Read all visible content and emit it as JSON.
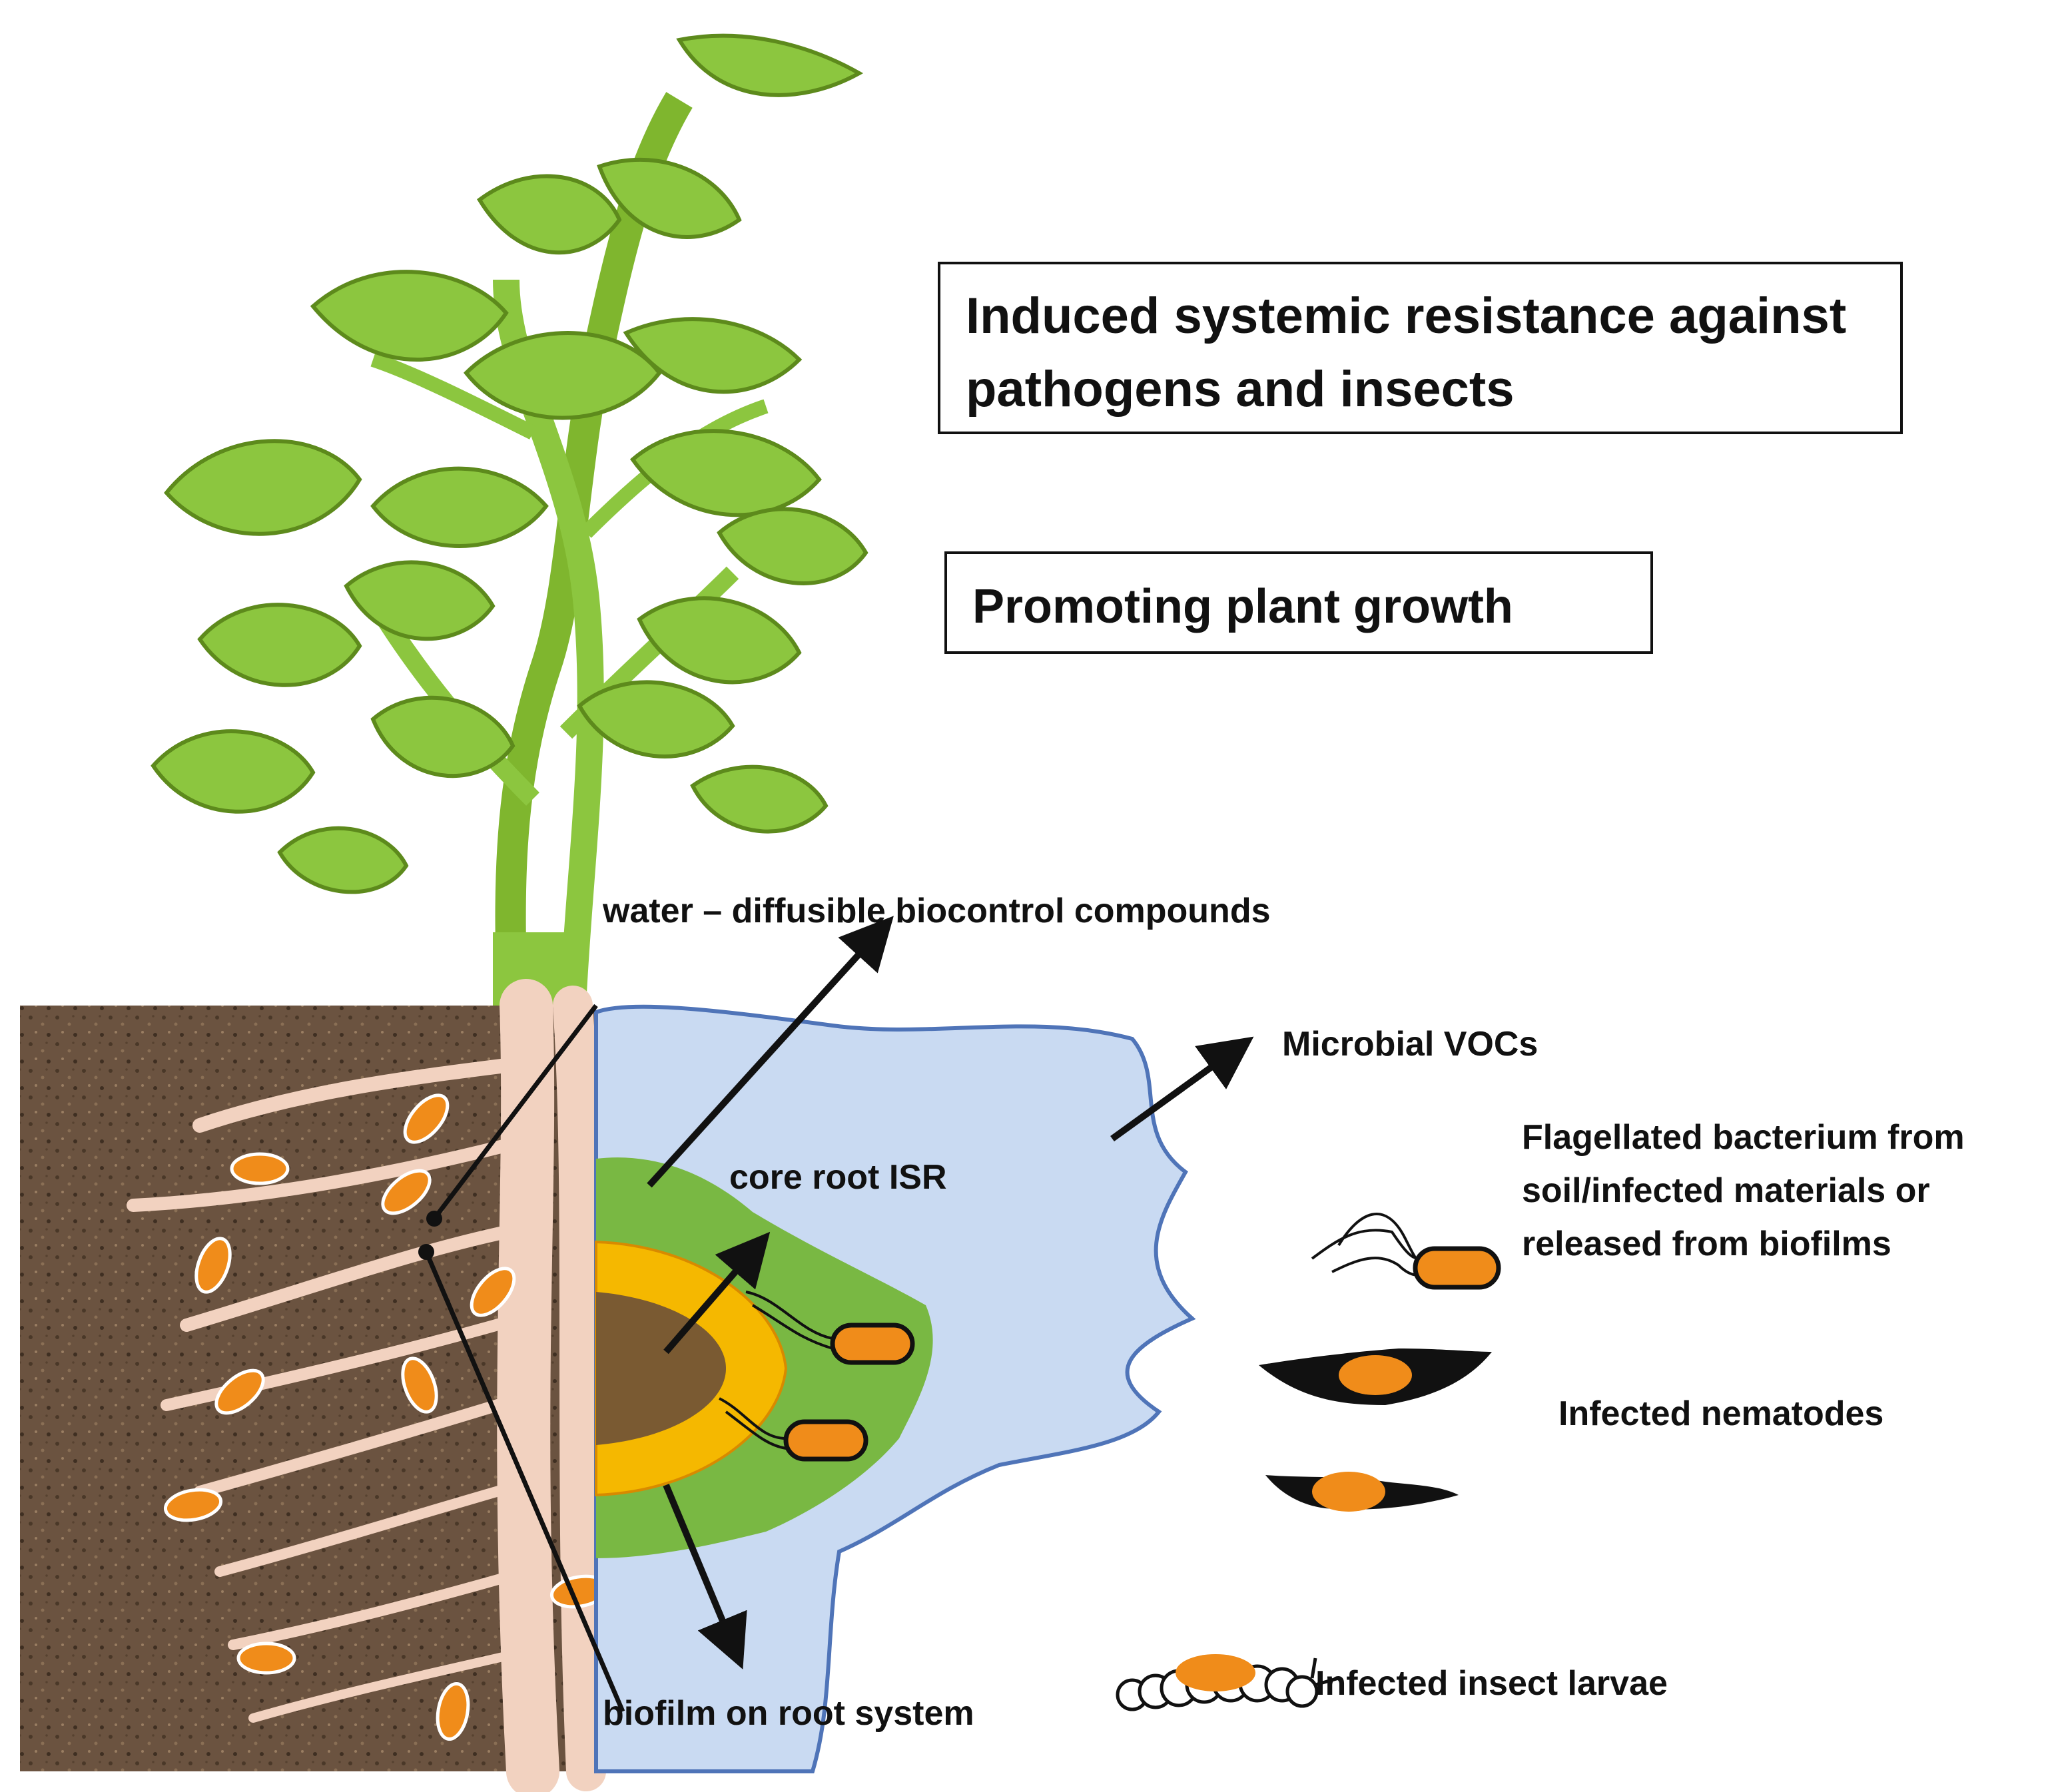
{
  "labels": {
    "isr_line1": "Induced systemic resistance against",
    "isr_line2": "pathogens and insects",
    "growth": "Promoting plant growth",
    "water": "water – diffusible biocontrol compounds",
    "vocs": "Microbial  VOCs",
    "core_root": "core root ISR",
    "flag_line1": "Flagellated bacterium from",
    "flag_line2": "soil/infected materials or",
    "flag_line3": "released from biofilms",
    "nematodes": "Infected nematodes",
    "larvae": "Infected insect larvae",
    "biofilm": "biofilm on root system"
  },
  "colors": {
    "leaf": "#8cc63f",
    "leaf_dark": "#5d8a1c",
    "soil": "#6b5340",
    "root": "#f2d2c0",
    "biofilm_zone": "#c9daf2",
    "core_green": "#79b843",
    "ring_yellow": "#f5b800",
    "core_brown": "#7a5a32",
    "bacterium": "#f08c1a"
  }
}
